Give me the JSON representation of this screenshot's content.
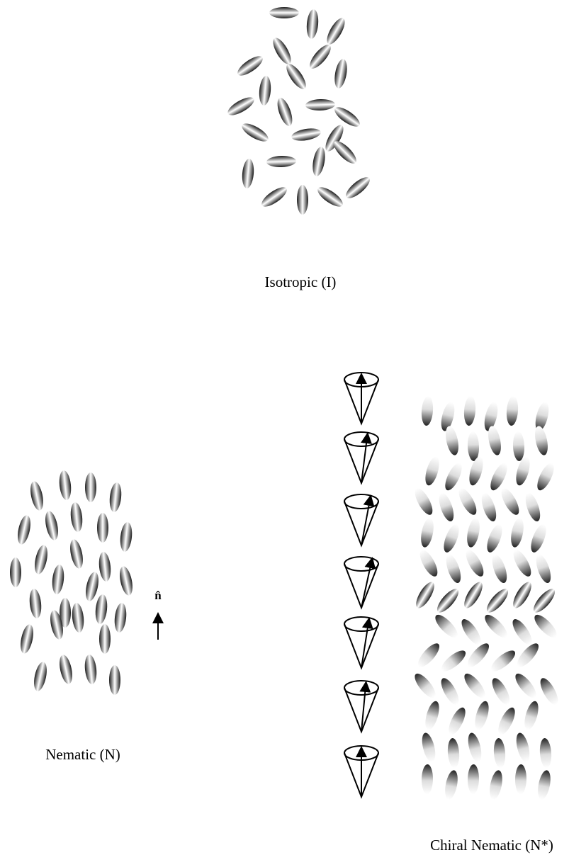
{
  "labels": {
    "isotropic": "Isotropic (I)",
    "nematic": "Nematic (N)",
    "chiral": "Chiral Nematic (N*)",
    "director": "n̂"
  },
  "colors": {
    "ink": "#000000",
    "rod_dark": "#1a1a1a",
    "rod_light": "#ffffff"
  },
  "phases": [
    {
      "name": "isotropic",
      "molecular_order": "random orientation and position"
    },
    {
      "name": "nematic",
      "molecular_order": "long axes aligned along the director"
    },
    {
      "name": "chiral-nematic",
      "molecular_order": "director rotates from layer to layer (helical)"
    }
  ],
  "icons": [
    "director-arrow-icon",
    "precession-cone-icon"
  ]
}
